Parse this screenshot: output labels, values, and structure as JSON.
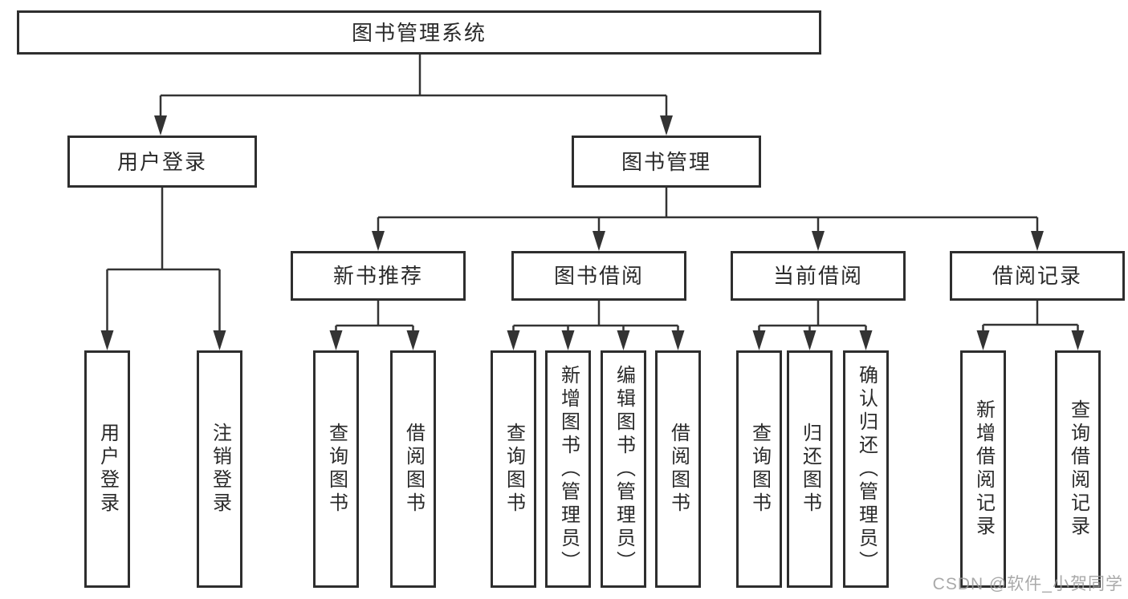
{
  "diagram": {
    "colors": {
      "line": "#333333",
      "box_border": "#2e2e2e",
      "text": "#2a2a2a",
      "watermark": "#9b9b9b",
      "background": "#ffffff"
    },
    "tree": {
      "root": {
        "label": "图书管理系统",
        "children": [
          {
            "label": "用户登录",
            "children": [
              {
                "label": "用户登录"
              },
              {
                "label": "注销登录"
              }
            ]
          },
          {
            "label": "图书管理",
            "children": [
              {
                "label": "新书推荐",
                "children": [
                  {
                    "label": "查询图书"
                  },
                  {
                    "label": "借阅图书"
                  }
                ]
              },
              {
                "label": "图书借阅",
                "children": [
                  {
                    "label": "查询图书"
                  },
                  {
                    "label": "新增图书（管理员）"
                  },
                  {
                    "label": "编辑图书（管理员）"
                  },
                  {
                    "label": "借阅图书"
                  }
                ]
              },
              {
                "label": "当前借阅",
                "children": [
                  {
                    "label": "查询图书"
                  },
                  {
                    "label": "归还图书"
                  },
                  {
                    "label": "确认归还（管理员）"
                  }
                ]
              },
              {
                "label": "借阅记录",
                "children": [
                  {
                    "label": "新增借阅记录"
                  },
                  {
                    "label": "查询借阅记录"
                  }
                ]
              }
            ]
          }
        ]
      }
    },
    "watermark": {
      "text": "CSDN @软件_小贺同学"
    }
  }
}
